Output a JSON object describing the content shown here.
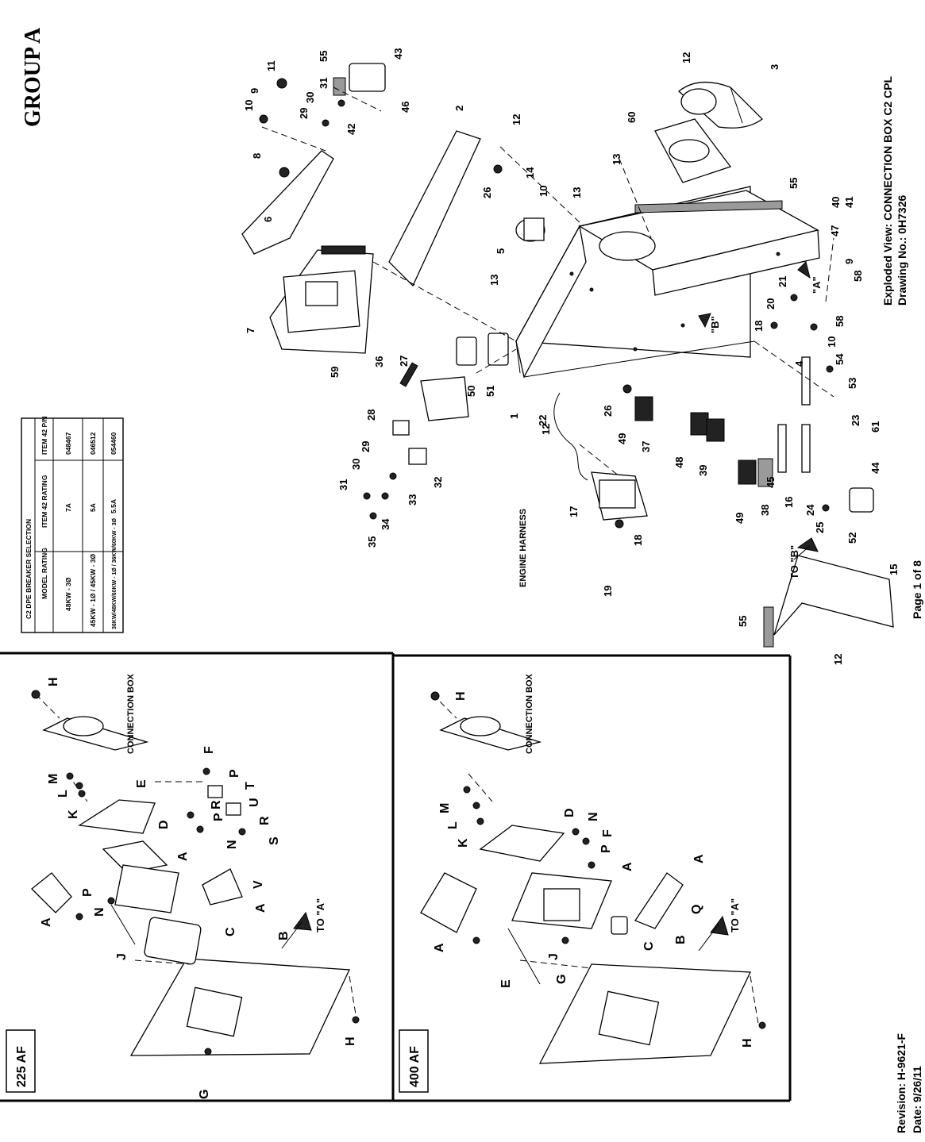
{
  "group_title": "GROUP A",
  "view_title": "Exploded View: CONNECTION BOX C2 CPL",
  "drawing_no": "Drawing No.: 0H7326",
  "page": "Page 1 of 8",
  "revision": "Revision: H-9621-F",
  "date": "Date: 9/26/11",
  "breaker_table": {
    "title": "C2 DPE BREAKER SELECTION",
    "headers": [
      "MODEL RATING",
      "ITEM 42 RATING",
      "ITEM 42 P/N"
    ],
    "rows": [
      [
        "48KW - 3Ø",
        "7A",
        "048467"
      ],
      [
        "45KW - 1Ø / 45KW - 3Ø",
        "5A",
        "046512"
      ],
      [
        "36KW/48KW/60KW - 1Ø / 36KW/60KW - 3Ø",
        "5.5A",
        "054460"
      ]
    ]
  },
  "panel_225": {
    "title": "225 AF",
    "to_label": "TO \"A\"",
    "box_label": "CONNECTION BOX"
  },
  "panel_400": {
    "title": "400 AF",
    "to_label": "TO \"A\"",
    "box_label": "CONNECTION BOX"
  },
  "engine_harness_label": "ENGINE HARNESS",
  "to_b_label": "TO \"B\"",
  "ref_a": "\"A\"",
  "ref_b": "\"B\"",
  "callouts_main": [
    "1",
    "2",
    "3",
    "4",
    "5",
    "6",
    "7",
    "8",
    "9",
    "10",
    "11",
    "12",
    "13",
    "14",
    "15",
    "16",
    "17",
    "18",
    "19",
    "20",
    "21",
    "22",
    "23",
    "24",
    "25",
    "26",
    "27",
    "28",
    "29",
    "30",
    "31",
    "32",
    "33",
    "34",
    "35",
    "36",
    "37",
    "38",
    "39",
    "40",
    "41",
    "42",
    "43",
    "44",
    "45",
    "46",
    "47",
    "48",
    "49",
    "50",
    "51",
    "52",
    "53",
    "54",
    "55",
    "58",
    "59",
    "60",
    "61"
  ],
  "callouts_225": [
    "A",
    "B",
    "C",
    "D",
    "E",
    "F",
    "G",
    "H",
    "J",
    "K",
    "L",
    "M",
    "N",
    "P",
    "R",
    "S",
    "T",
    "U",
    "V"
  ],
  "callouts_400": [
    "A",
    "B",
    "C",
    "D",
    "E",
    "F",
    "G",
    "H",
    "J",
    "K",
    "L",
    "M",
    "N",
    "P",
    "Q"
  ]
}
